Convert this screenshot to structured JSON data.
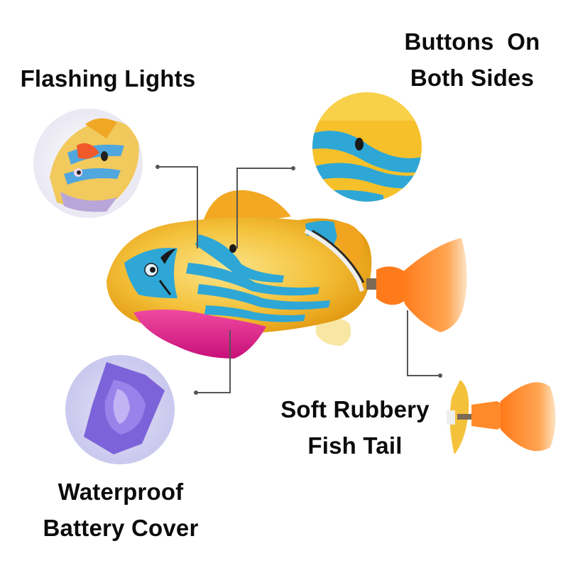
{
  "features": [
    {
      "id": "flashing-lights",
      "lines": [
        "Flashing Lights"
      ]
    },
    {
      "id": "buttons",
      "lines": [
        "Buttons  On",
        "Both Sides"
      ]
    },
    {
      "id": "battery-cover",
      "lines": [
        "Waterproof",
        "Battery Cover"
      ]
    },
    {
      "id": "fish-tail",
      "lines": [
        "Soft Rubbery",
        "Fish Tail"
      ]
    }
  ],
  "colors": {
    "body": "#f4b82a",
    "stripe": "#2ea7d6",
    "fin_pink": "#e0218a",
    "tail": "#ff8a2a",
    "battery": "#6b4fd0",
    "callout_line": "#555555"
  }
}
